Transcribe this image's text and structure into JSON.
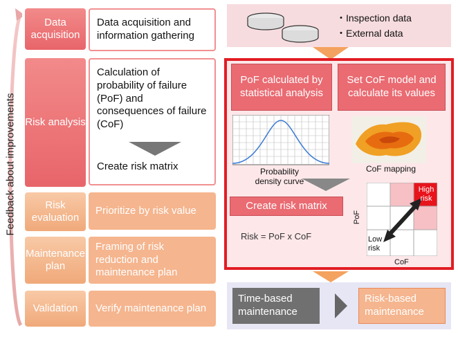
{
  "feedback_label": "Feedback about improvements",
  "stages": [
    {
      "label": "Data acquisition",
      "desc": "Data acquisition and information gathering"
    },
    {
      "label": "Risk analysis",
      "desc": "Calculation of probability of failure (PoF) and consequences of failure (CoF)",
      "desc2": "Create risk matrix"
    },
    {
      "label": "Risk evaluation",
      "desc": "Prioritize by risk value"
    },
    {
      "label": "Maintenance plan",
      "desc": "Framing of risk reduction and maintenance plan"
    },
    {
      "label": "Validation",
      "desc": "Verify maintenance plan"
    }
  ],
  "data_sources": [
    "・Inspection data",
    "・External data"
  ],
  "pof_box": "PoF calculated by statistical analysis",
  "cof_box": "Set CoF model and calculate its values",
  "pdf_caption": "Probability density curve",
  "cof_caption": "CoF mapping",
  "risk_matrix_box": "Create risk matrix",
  "risk_formula": "Risk = PoF x CoF",
  "matrix": {
    "y_label": "PoF",
    "x_label": "CoF",
    "high": "High risk",
    "low": "Low risk"
  },
  "time_based": "Time-based maintenance",
  "risk_based": "Risk-based maintenance",
  "colors": {
    "stage_red": "#e8656a",
    "stage_peach": "#f0a97a",
    "panel_border": "#e11d24",
    "panel_bg": "#fde7e9"
  }
}
